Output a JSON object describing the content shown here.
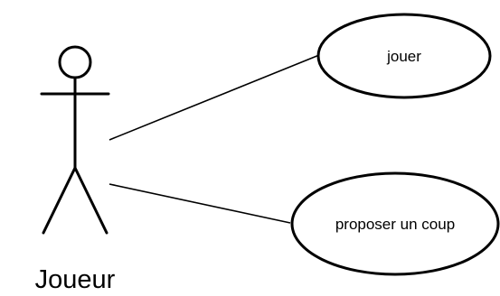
{
  "actor": {
    "name": "Joueur"
  },
  "use_cases": [
    {
      "label": "jouer"
    },
    {
      "label": "proposer un coup"
    }
  ]
}
